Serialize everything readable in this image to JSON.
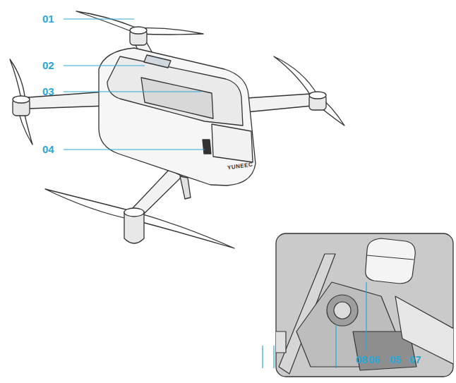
{
  "diagram": {
    "labels": [
      "01",
      "02",
      "03",
      "04",
      "YUNEEC",
      "08",
      "06",
      "05",
      "07"
    ]
  }
}
